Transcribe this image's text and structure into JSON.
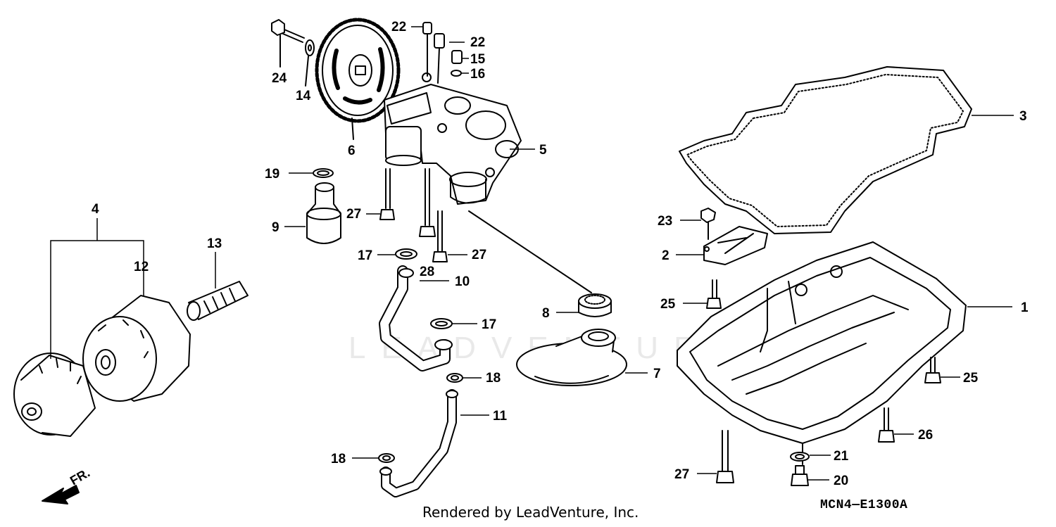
{
  "diagram": {
    "watermark_text": "LEADVENTURE",
    "footer": "Rendered by LeadVenture, Inc.",
    "diagram_code": "MCN4—E1300A",
    "direction_label": "FR.",
    "callouts": [
      {
        "id": "c22a",
        "text": "22"
      },
      {
        "id": "c22b",
        "text": "22"
      },
      {
        "id": "c15",
        "text": "15"
      },
      {
        "id": "c16",
        "text": "16"
      },
      {
        "id": "c24",
        "text": "24"
      },
      {
        "id": "c14",
        "text": "14"
      },
      {
        "id": "c6",
        "text": "6"
      },
      {
        "id": "c5",
        "text": "5"
      },
      {
        "id": "c3",
        "text": "3"
      },
      {
        "id": "c19",
        "text": "19"
      },
      {
        "id": "c9",
        "text": "9"
      },
      {
        "id": "c27a",
        "text": "27"
      },
      {
        "id": "c27b",
        "text": "27"
      },
      {
        "id": "c17a",
        "text": "17"
      },
      {
        "id": "c28",
        "text": "28"
      },
      {
        "id": "c10",
        "text": "10"
      },
      {
        "id": "c17b",
        "text": "17"
      },
      {
        "id": "c8",
        "text": "8"
      },
      {
        "id": "c7",
        "text": "7"
      },
      {
        "id": "c18a",
        "text": "18"
      },
      {
        "id": "c11",
        "text": "11"
      },
      {
        "id": "c18b",
        "text": "18"
      },
      {
        "id": "c4",
        "text": "4"
      },
      {
        "id": "c12",
        "text": "12"
      },
      {
        "id": "c13",
        "text": "13"
      },
      {
        "id": "c23",
        "text": "23"
      },
      {
        "id": "c2",
        "text": "2"
      },
      {
        "id": "c25a",
        "text": "25"
      },
      {
        "id": "c1",
        "text": "1"
      },
      {
        "id": "c25b",
        "text": "25"
      },
      {
        "id": "c26",
        "text": "26"
      },
      {
        "id": "c21",
        "text": "21"
      },
      {
        "id": "c27c",
        "text": "27"
      },
      {
        "id": "c20",
        "text": "20"
      }
    ]
  }
}
